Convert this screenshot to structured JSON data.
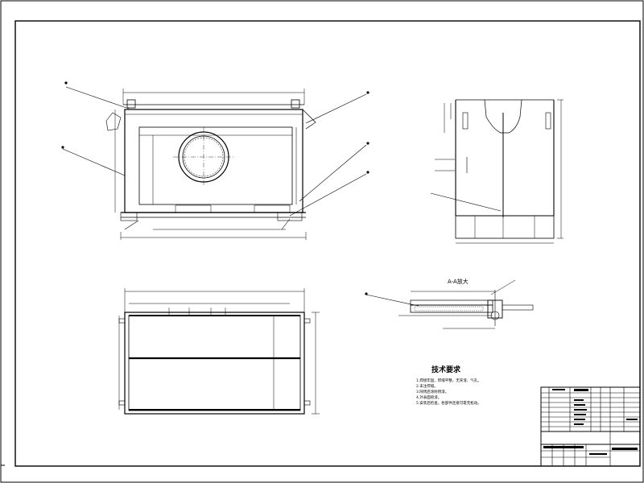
{
  "drawing": {
    "detail_title": "A-A放大",
    "notes_title": "技术要求",
    "notes": [
      "1.焊接牢固，焊缝平整，无夹渣、气孔。",
      "2.未注焊缝。",
      "3.除锈后涂防锈漆。",
      "4.外表面喷漆。",
      "5.安装后检查，各部件连接可靠无松动。"
    ]
  }
}
